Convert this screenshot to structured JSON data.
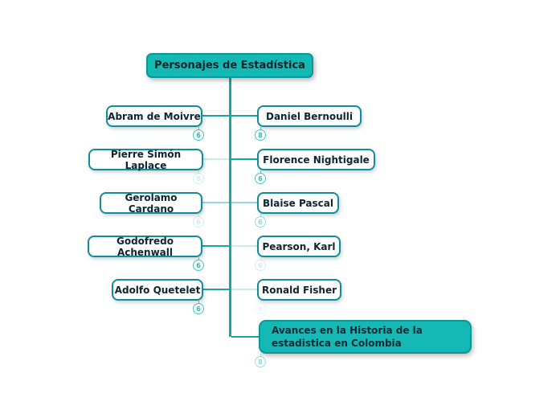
{
  "app": {
    "name": "mind-map",
    "background": "#ffffff"
  },
  "colors": {
    "accent_fill": "#14b8b4",
    "accent_border": "#0d9693",
    "topic_border": "#128c96",
    "connector": "#17a8a4",
    "connector_faded": "#c9eeec",
    "badge_teal": "#45c6ca",
    "text_dark": "#0e2430"
  },
  "root": {
    "label": "Personajes de Estadística"
  },
  "left_nodes": [
    {
      "label": "Abram de Moivre",
      "badge": "6"
    },
    {
      "label": "Pierre Simón Laplace",
      "badge": "8"
    },
    {
      "label": "Gerolamo Cardano",
      "badge": "6"
    },
    {
      "label": "Godofredo Achenwall",
      "badge": "6"
    },
    {
      "label": "Adolfo Quetelet",
      "badge": "6"
    }
  ],
  "right_nodes": [
    {
      "label": "Daniel Bernoulli",
      "badge": "8"
    },
    {
      "label": "Florence Nightigale",
      "badge": "6"
    },
    {
      "label": "Blaise Pascal",
      "badge": "6"
    },
    {
      "label": "Pearson, Karl",
      "badge": "6"
    },
    {
      "label": "Ronald Fisher",
      "badge": "6"
    }
  ],
  "special_node": {
    "label": "Avances en la Historia de la estadistica en Colombia",
    "badge": "8"
  }
}
